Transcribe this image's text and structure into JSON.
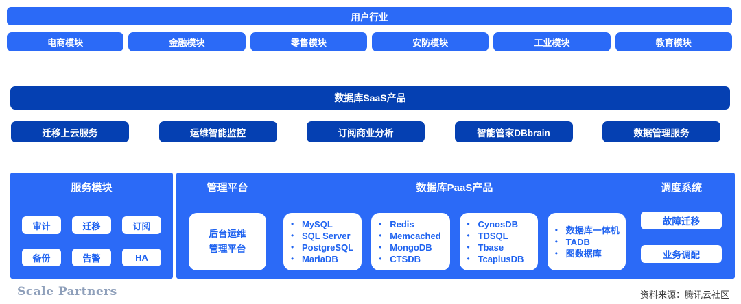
{
  "colors": {
    "bright_blue": "#2b6af7",
    "dark_blue": "#0540b2",
    "box_text_blue": "#1f63f0",
    "brand_gray_blue": "#8e9fba",
    "source_gray": "#3c3c3c"
  },
  "icons": {
    "bullet": "•"
  },
  "top_bar": {
    "label": "用户行业"
  },
  "industry_modules": [
    "电商模块",
    "金融模块",
    "零售模块",
    "安防模块",
    "工业模块",
    "教育模块"
  ],
  "saas_bar": {
    "label": "数据库SaaS产品"
  },
  "saas_services": [
    "迁移上云服务",
    "运维智能监控",
    "订阅商业分析",
    "智能管家DBbrain",
    "数据管理服务"
  ],
  "service_panel": {
    "title": "服务模块",
    "items": [
      "审计",
      "迁移",
      "订阅",
      "备份",
      "告警",
      "HA"
    ]
  },
  "platform_panel": {
    "management_title": "管理平台",
    "management_box": {
      "line1": "后台运维",
      "line2": "管理平台"
    },
    "paas_title": "数据库PaaS产品",
    "paas_groups": [
      [
        "MySQL",
        "SQL Server",
        "PostgreSQL",
        "MariaDB"
      ],
      [
        "Redis",
        "Memcached",
        "MongoDB",
        "CTSDB"
      ],
      [
        "CynosDB",
        "TDSQL",
        "Tbase",
        "TcaplusDB"
      ],
      [
        "数据库一体机",
        "TADB",
        "图数据库"
      ]
    ],
    "scheduling_title": "调度系统",
    "scheduling_items": [
      "故障迁移",
      "业务调配"
    ]
  },
  "footer": {
    "brand": "Scale Partners",
    "source": "资料来源：腾讯云社区"
  }
}
